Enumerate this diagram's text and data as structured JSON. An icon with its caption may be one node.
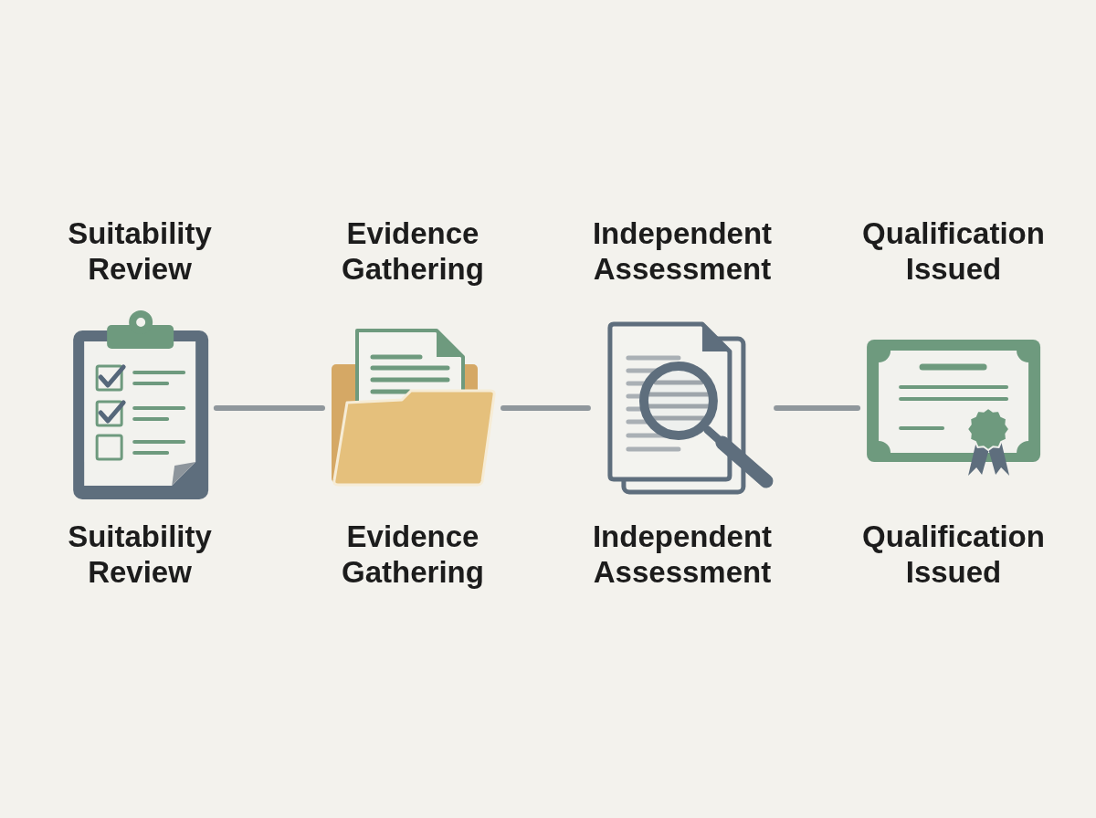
{
  "diagram": {
    "nodes": [
      {
        "text": [
          "Suitability Review",
          "Suitability Review"
        ]
      },
      {
        "text": [
          "Evidence Gathering",
          "Evidence Gathering"
        ]
      },
      {
        "text": [
          "Independent Assessment",
          "Independent Assessment"
        ]
      },
      {
        "text": [
          "Qualification Issued",
          "Qualification Issued"
        ]
      }
    ],
    "edges": [
      {
        "from": 0,
        "to": 1,
        "arrow": "none"
      },
      {
        "from": 1,
        "to": 2,
        "arrow": "none"
      },
      {
        "from": 2,
        "to": 3,
        "arrow": "none"
      }
    ]
  }
}
